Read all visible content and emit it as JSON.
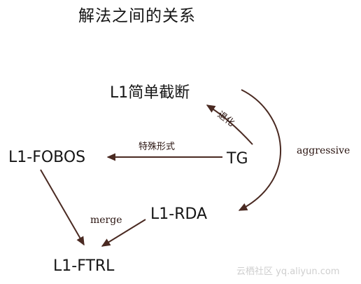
{
  "title": "解法之间的关系",
  "nodes": {
    "l1_simple_truncation": "L1简单截断",
    "l1_fobos": "L1-FOBOS",
    "tg": "TG",
    "l1_rda": "L1-RDA",
    "l1_ftrl": "L1-FTRL"
  },
  "edges": {
    "tg_to_truncation": "退化",
    "tg_to_fobos": "特殊形式",
    "truncation_to_rda": "aggressive",
    "rda_to_ftrl": "merge"
  },
  "watermark": "云栖社区 yq.aliyun.com",
  "colors": {
    "arrow": "#4a2a22",
    "text": "#151515",
    "watermark": "#cfcfcf"
  }
}
